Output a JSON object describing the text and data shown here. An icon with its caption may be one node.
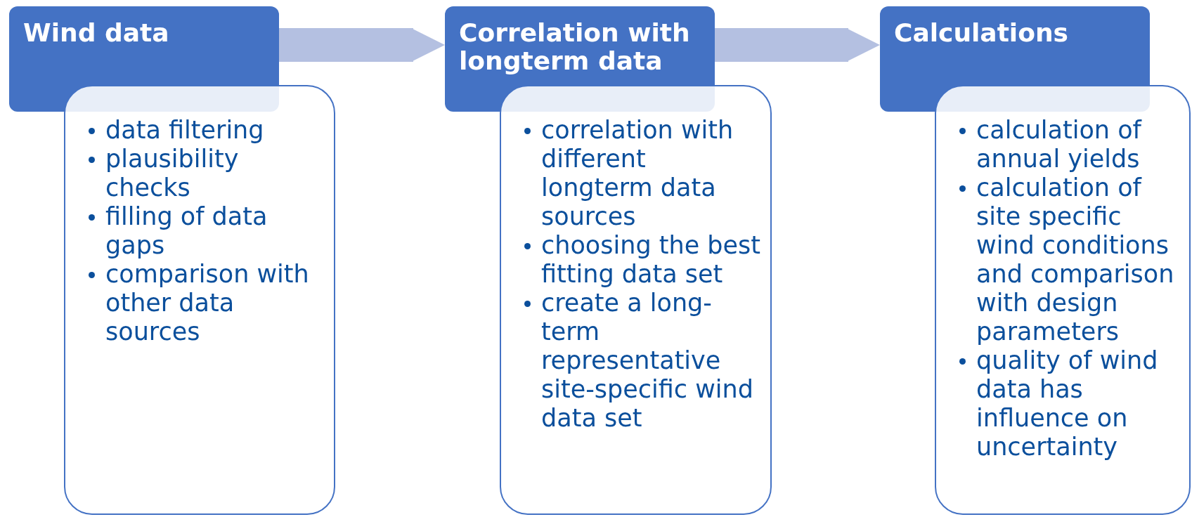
{
  "diagram": {
    "nodes": [
      {
        "text": [
          "Wind data"
        ]
      },
      {
        "text": [
          "data filtering",
          "plausibility checks",
          "filling of data gaps",
          "comparison with other data sources"
        ]
      },
      {
        "text": [
          "Correlation with longterm data"
        ]
      },
      {
        "text": [
          "correlation with different longterm data sources",
          "choosing the best fitting data set",
          "create a long-term representative site-specific wind data set"
        ]
      },
      {
        "text": [
          "Calculations"
        ]
      },
      {
        "text": [
          "calculation of annual yields",
          "calculation of site specific wind conditions and comparison with design parameters",
          "quality of wind data has influence on uncertainty"
        ]
      }
    ],
    "edges": [
      {
        "from": 0,
        "to": 2,
        "arrow": "to"
      },
      {
        "from": 2,
        "to": 4,
        "arrow": "to"
      }
    ]
  }
}
